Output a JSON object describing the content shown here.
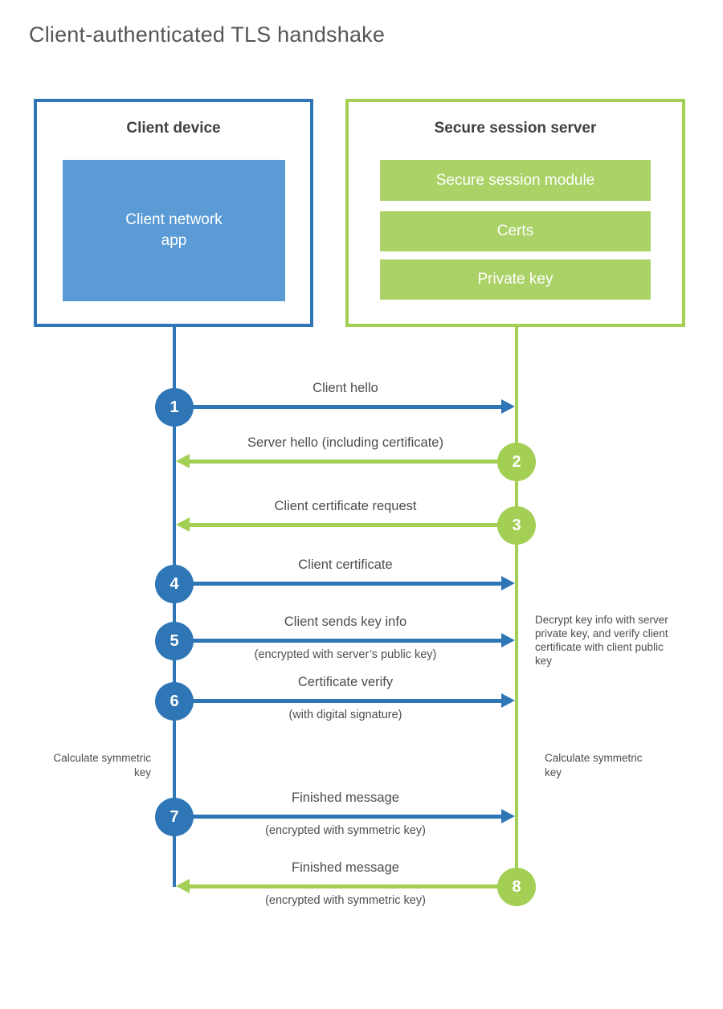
{
  "title": "Client-authenticated TLS handshake",
  "colors": {
    "blue": "#2e76b5",
    "blue_light": "#5b9bd5",
    "green": "#a2cf54",
    "green_fill": "#aad266",
    "text_dark": "#3f4042",
    "text_gray": "#4c4d4f",
    "title_gray": "#55565a"
  },
  "client_box": {
    "title": "Client device",
    "app": "Client network\napp"
  },
  "server_box": {
    "title": "Secure session server",
    "modules": [
      "Secure session module",
      "Certs",
      "Private key"
    ]
  },
  "steps": [
    {
      "num": "1",
      "label": "Client hello",
      "from": "client",
      "to": "server"
    },
    {
      "num": "2",
      "label": "Server hello (including certificate)",
      "from": "server",
      "to": "client"
    },
    {
      "num": "3",
      "label": "Client certificate request",
      "from": "server",
      "to": "client"
    },
    {
      "num": "4",
      "label": "Client certificate",
      "from": "client",
      "to": "server"
    },
    {
      "num": "5",
      "label": "Client sends key info",
      "sub": "(encrypted with server’s public key)",
      "from": "client",
      "to": "server"
    },
    {
      "num": "6",
      "label": "Certificate verify",
      "sub": "(with digital signature)",
      "from": "client",
      "to": "server"
    },
    {
      "num": "7",
      "label": "Finished message",
      "sub": "(encrypted with symmetric key)",
      "from": "client",
      "to": "server"
    },
    {
      "num": "8",
      "label": "Finished message",
      "sub": "(encrypted with symmetric key)",
      "from": "server",
      "to": "client"
    }
  ],
  "annotations": {
    "decrypt_note": "Decrypt key info with server private key, and verify client certificate with client public key",
    "calculate_left": "Calculate symmetric key",
    "calculate_right": "Calculate symmetric key"
  }
}
